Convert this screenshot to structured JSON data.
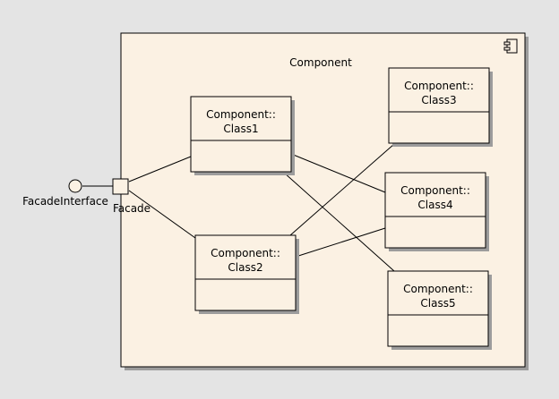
{
  "colors": {
    "background": "#e4e4e4",
    "component_fill": "#fbf1e3",
    "class_fill": "#fbf1e3",
    "stroke": "#000000",
    "shadow": "#9c9c9c"
  },
  "component": {
    "name": "Component",
    "icon": "component-icon"
  },
  "interface": {
    "name": "FacadeInterface"
  },
  "port": {
    "name": "Facade"
  },
  "classes": [
    {
      "id": "class1",
      "line1": "Component::",
      "line2": "Class1"
    },
    {
      "id": "class2",
      "line1": "Component::",
      "line2": "Class2"
    },
    {
      "id": "class3",
      "line1": "Component::",
      "line2": "Class3"
    },
    {
      "id": "class4",
      "line1": "Component::",
      "line2": "Class4"
    },
    {
      "id": "class5",
      "line1": "Component::",
      "line2": "Class5"
    }
  ],
  "connections": [
    {
      "from": "port",
      "to": "class1"
    },
    {
      "from": "port",
      "to": "class2"
    },
    {
      "from": "class1",
      "to": "class4"
    },
    {
      "from": "class1",
      "to": "class5"
    },
    {
      "from": "class2",
      "to": "class3"
    },
    {
      "from": "class2",
      "to": "class4"
    }
  ]
}
